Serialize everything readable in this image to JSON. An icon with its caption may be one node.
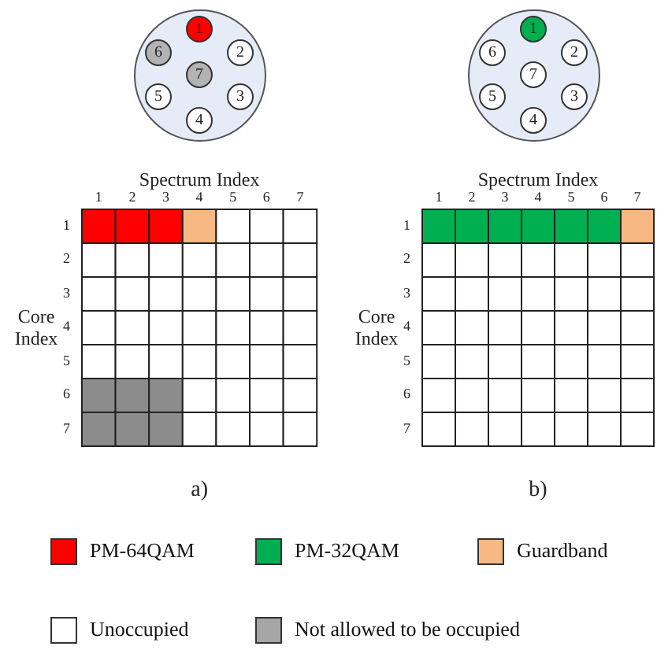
{
  "diagram": {
    "nodes": [
      {
        "text": [],
        "shape": "circle"
      },
      {
        "text": [
          "1"
        ],
        "in": 0
      },
      {
        "text": [
          "2"
        ],
        "in": 0
      },
      {
        "text": [
          "3"
        ],
        "in": 0
      },
      {
        "text": [
          "4"
        ],
        "in": 0
      },
      {
        "text": [
          "5"
        ],
        "in": 0
      },
      {
        "text": [
          "6"
        ],
        "in": 0
      },
      {
        "text": [
          "7"
        ],
        "in": 0
      },
      {
        "text": [],
        "shape": "circle"
      },
      {
        "text": [
          "1"
        ],
        "in": 8
      },
      {
        "text": [
          "2"
        ],
        "in": 8
      },
      {
        "text": [
          "3"
        ],
        "in": 8
      },
      {
        "text": [
          "4"
        ],
        "in": 8
      },
      {
        "text": [
          "5"
        ],
        "in": 8
      },
      {
        "text": [
          "6"
        ],
        "in": 8
      },
      {
        "text": [
          "7"
        ],
        "in": 8
      }
    ],
    "labels": [
      "Spectrum Index",
      "1",
      "2",
      "3",
      "4",
      "5",
      "6",
      "7",
      "Core Index",
      "1",
      "2",
      "3",
      "4",
      "5",
      "6",
      "7",
      "a)",
      "Spectrum Index",
      "1",
      "2",
      "3",
      "4",
      "5",
      "6",
      "7",
      "Core Index",
      "1",
      "2",
      "3",
      "4",
      "5",
      "6",
      "7",
      "b)"
    ],
    "legend": [
      {
        "text": "PM-64QAM",
        "color": "#ff0000"
      },
      {
        "text": "PM-32QAM",
        "color": "#00b050"
      },
      {
        "text": "Guardband",
        "color": "#f8b884"
      },
      {
        "text": "Unoccupied",
        "color": "#ffffff"
      },
      {
        "text": "Not allowed to be occupied",
        "color": "#a6a6a6"
      }
    ]
  }
}
